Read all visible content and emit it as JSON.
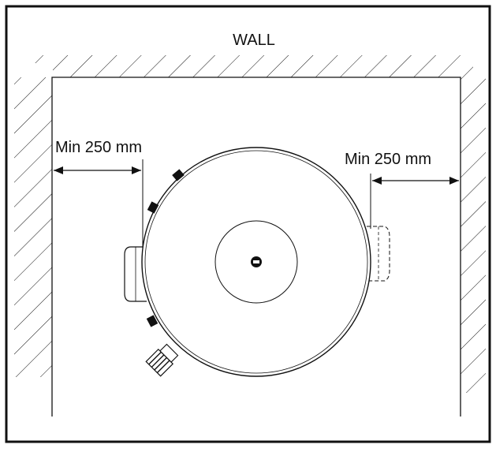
{
  "labels": {
    "wall": "WALL",
    "clearance_left": "Min 250 mm",
    "clearance_right": "Min 250 mm"
  },
  "colors": {
    "ink": "#111111",
    "background": "#ffffff"
  }
}
